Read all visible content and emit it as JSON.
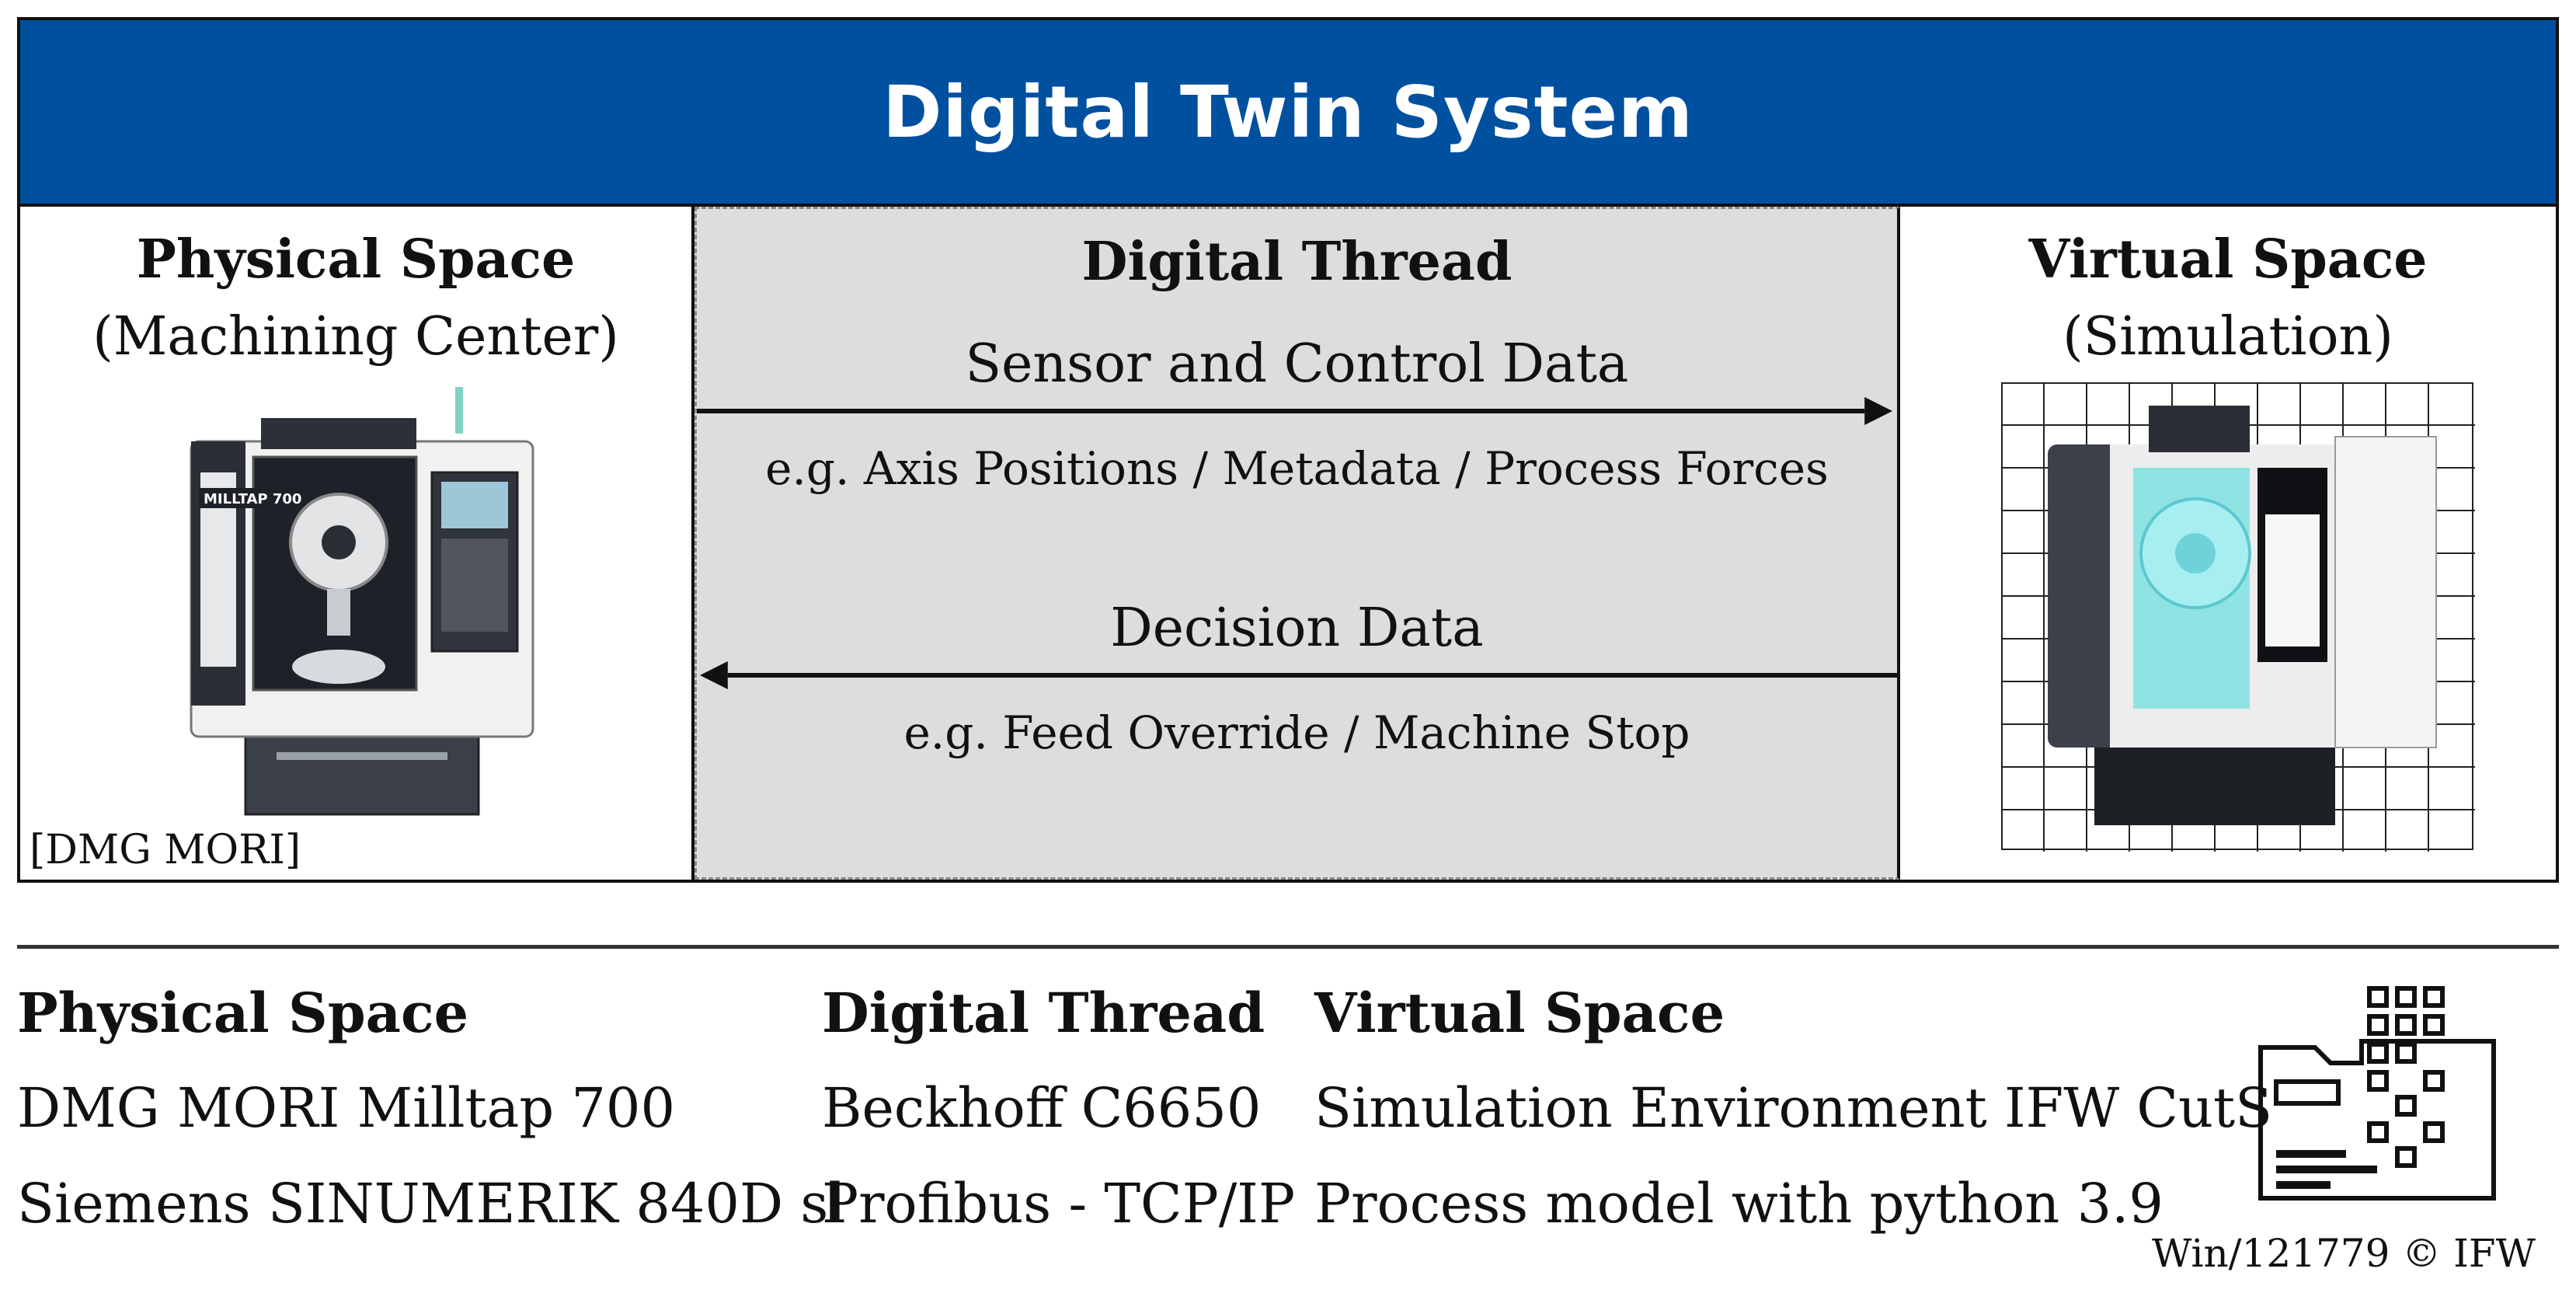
{
  "header": {
    "title": "Digital Twin System"
  },
  "physical": {
    "title": "Physical Space",
    "subtitle": "(Machining Center)",
    "image_credit": "[DMG MORI]",
    "machine_brand": "MILLTAP 700"
  },
  "thread": {
    "title": "Digital Thread",
    "forward": {
      "label": "Sensor and Control Data",
      "detail": "e.g. Axis Positions / Metadata / Process Forces"
    },
    "backward": {
      "label": "Decision Data",
      "detail": "e.g. Feed Override / Machine Stop"
    }
  },
  "virtual": {
    "title": "Virtual Space",
    "subtitle": "(Simulation)"
  },
  "legend": {
    "physical": {
      "heading": "Physical Space",
      "items": [
        "DMG MORI Milltap 700",
        "Siemens SINUMERIK 840D sl"
      ]
    },
    "thread": {
      "heading": "Digital Thread",
      "items": [
        "Beckhoff C6650",
        "Profibus - TCP/IP"
      ]
    },
    "virtual": {
      "heading": "Virtual Space",
      "items": [
        "Simulation Environment IFW CutS",
        "Process model with python 3.9"
      ]
    }
  },
  "footer": {
    "code": "Win/121779 © IFW"
  },
  "colors": {
    "banner": "#0050a0",
    "thread_bg": "#dcdddc"
  }
}
